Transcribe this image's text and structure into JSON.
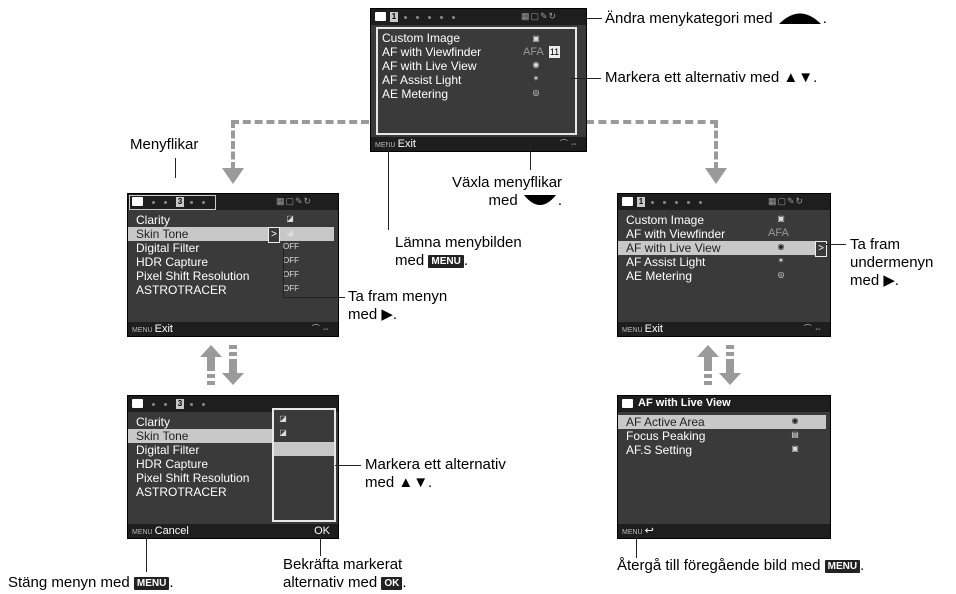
{
  "menu_label": "MENU",
  "ok_label": "OK",
  "top_screen": {
    "tab_num": "1",
    "items": [
      "Custom Image",
      "AF with Viewfinder",
      "AF with Live View",
      "AF Assist Light",
      "AE Metering"
    ],
    "af_value": "AFA",
    "exit": "Exit"
  },
  "left_screen": {
    "tab_num": "3",
    "items": [
      "Clarity",
      "Skin Tone",
      "Digital Filter",
      "HDR Capture",
      "Pixel Shift Resolution",
      "ASTROTRACER"
    ],
    "exit": "Exit"
  },
  "bottom_left_screen": {
    "tab_num": "3",
    "items": [
      "Clarity",
      "Skin Tone",
      "Digital Filter",
      "HDR Capture",
      "Pixel Shift Resolution",
      "ASTROTRACER"
    ],
    "cancel": "Cancel",
    "ok": "OK"
  },
  "right_screen": {
    "tab_num": "1",
    "items": [
      "Custom Image",
      "AF with Viewfinder",
      "AF with Live View",
      "AF Assist Light",
      "AE Metering"
    ],
    "af_value": "AFA",
    "exit": "Exit"
  },
  "bottom_right_screen": {
    "title": "AF with Live View",
    "items": [
      "AF Active Area",
      "Focus Peaking",
      "AF.S Setting"
    ]
  },
  "annotations": {
    "change_category": "Ändra menykategori med",
    "select_option": "Markera ett alternativ med ▲▼.",
    "menu_tabs": "Menyflikar",
    "leave_menu_1": "Lämna menybilden",
    "leave_menu_2": "med",
    "switch_tabs_1": "Växla menyflikar",
    "switch_tabs_2": "med",
    "show_menu_1": "Ta fram menyn",
    "show_menu_2": "med ▶.",
    "submenu_1": "Ta fram",
    "submenu_2": "undermenyn",
    "submenu_3": "med ▶.",
    "select_option2_1": "Markera ett alternativ",
    "select_option2_2": "med ▲▼.",
    "close_menu": "Stäng menyn med",
    "confirm_1": "Bekräfta markerat",
    "confirm_2": "alternativ med",
    "go_back": "Återgå till föregående bild med"
  }
}
